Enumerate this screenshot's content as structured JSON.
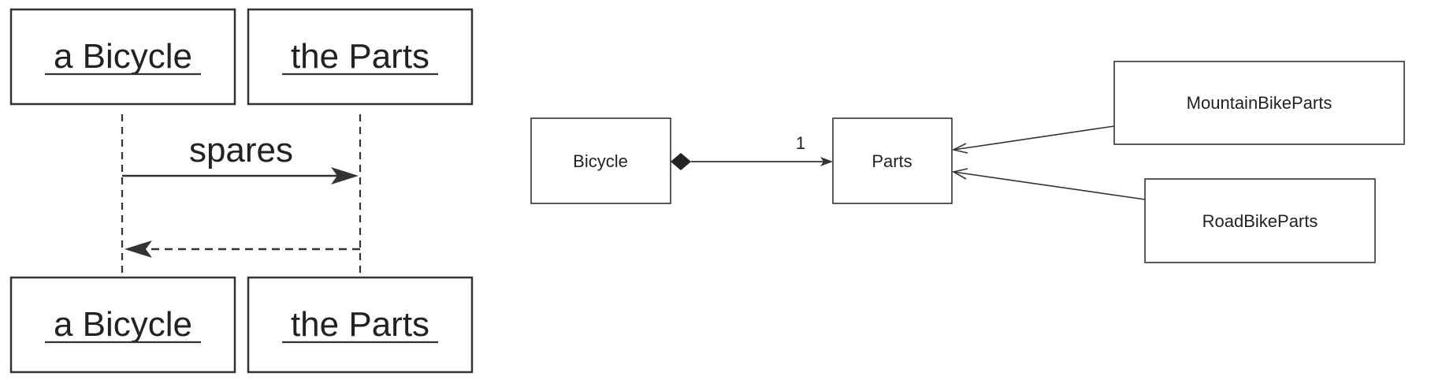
{
  "sequence": {
    "top_left": "a Bicycle",
    "top_right": "the Parts",
    "message": "spares",
    "bottom_left": "a Bicycle",
    "bottom_right": "the Parts"
  },
  "class_diagram": {
    "bicycle": "Bicycle",
    "parts": "Parts",
    "multiplicity": "1",
    "mountain": "MountainBikeParts",
    "road": "RoadBikeParts"
  },
  "colors": {
    "ink": "#333333",
    "background": "#ffffff"
  }
}
